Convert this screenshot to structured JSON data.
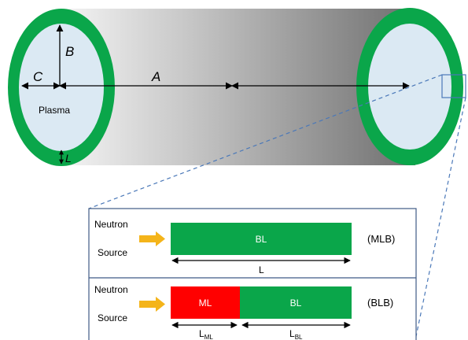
{
  "torus": {
    "label_B": "B",
    "label_C": "C",
    "label_A": "A",
    "label_L": "L",
    "plasma": "Plasma"
  },
  "panel_mlb": {
    "source_line1": "Neutron",
    "source_line2": "Source",
    "bl": "BL",
    "tag": "(MLB)",
    "dim": "L"
  },
  "panel_blb": {
    "source_line1": "Neutron",
    "source_line2": "Source",
    "ml": "ML",
    "bl": "BL",
    "tag": "(BLB)",
    "dim_ml_main": "L",
    "dim_ml_sub": "ML",
    "dim_bl_main": "L",
    "dim_bl_sub": "BL"
  },
  "colors": {
    "blanket_green": "#0aa64a",
    "plasma_blue": "#dbe9f3",
    "multiplier_red": "#ff0000",
    "arrow_orange": "#f4b41a",
    "dash_blue": "#4a78b8",
    "panel_border": "#3f5a86"
  }
}
